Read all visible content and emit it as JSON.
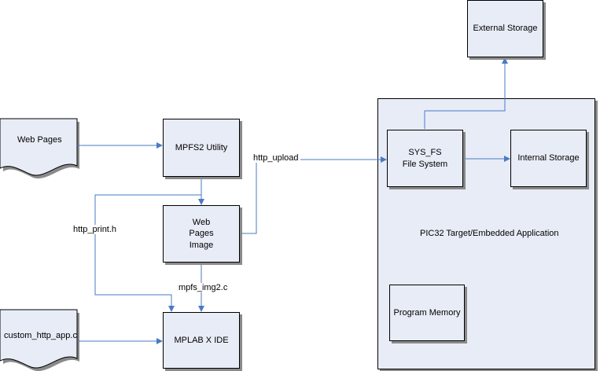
{
  "nodes": {
    "web_pages": "Web Pages",
    "mpfs2_utility": "MPFS2 Utility",
    "web_pages_image": [
      "Web",
      "Pages",
      "Image"
    ],
    "custom_http_app": "custom_http_app.c",
    "mplab_ide": "MPLAB X IDE",
    "external_storage": "External Storage",
    "sys_fs": [
      "SYS_FS",
      "File System"
    ],
    "internal_storage": "Internal Storage",
    "program_memory": "Program Memory",
    "pic32_target": "PIC32 Target/Embedded Application"
  },
  "edges": {
    "http_upload": "http_upload",
    "http_print": "http_print.h",
    "mpfs_img2": "mpfs_img2.c"
  },
  "colors": {
    "arrow": "#4a7ac4",
    "box_fill": "#e8ecf7",
    "shadow": "#8a8a8a"
  }
}
